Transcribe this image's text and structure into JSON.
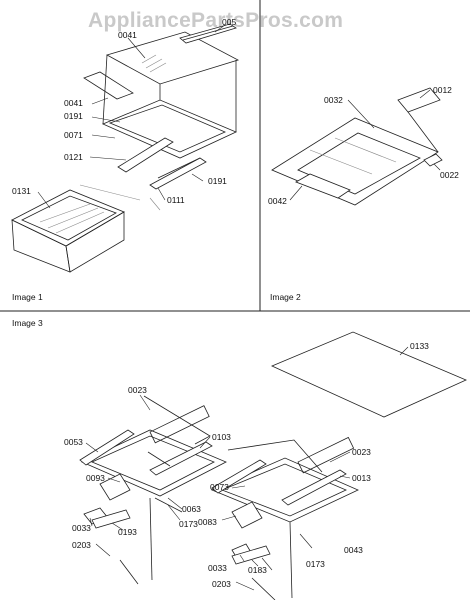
{
  "watermark": "AppliancePartsPros.com",
  "panels": {
    "image1": "Image 1",
    "image2": "Image 2",
    "image3": "Image 3"
  },
  "labels": {
    "p1": {
      "l0041a": "0041",
      "l005": "005",
      "l0041b": "0041",
      "l0191a": "0191",
      "l0071": "0071",
      "l0121": "0121",
      "l0191b": "0191",
      "l0131": "0131",
      "l0111": "0111"
    },
    "p2": {
      "l0032": "0032",
      "l0012": "0012",
      "l0022": "0022",
      "l0042": "0042"
    },
    "p3": {
      "l0133": "0133",
      "l0023a": "0023",
      "l0053": "0053",
      "l0103": "0103",
      "l0093": "0093",
      "l0023b": "0023",
      "l0073": "0073",
      "l0013": "0013",
      "l0063": "0063",
      "l0083": "0083",
      "l0173a": "0173",
      "l0033a": "0033",
      "l0193": "0193",
      "l0203a": "0203",
      "l0043": "0043",
      "l0033b": "0033",
      "l0183": "0183",
      "l0173b": "0173",
      "l0203b": "0203"
    }
  }
}
